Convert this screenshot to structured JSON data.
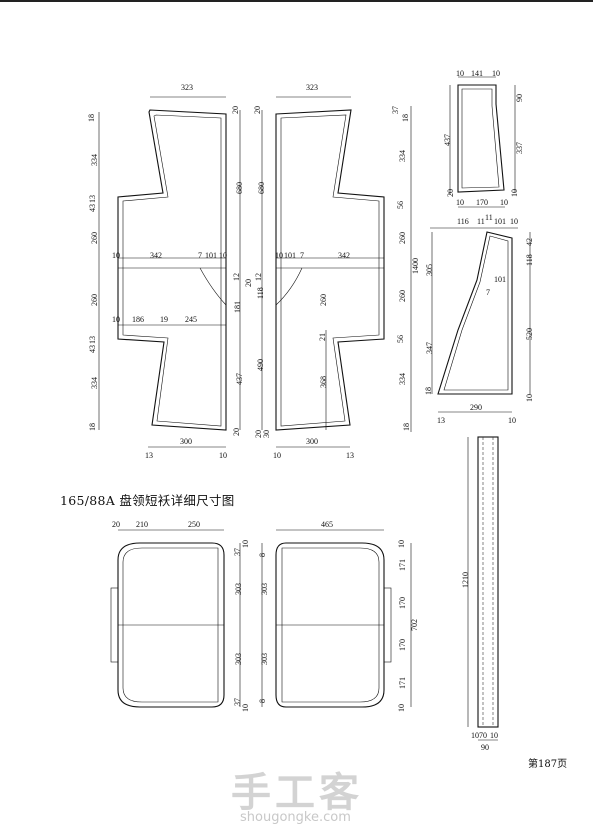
{
  "caption": "165/88A 盘领短袄详细尺寸图",
  "page_number": "第187页",
  "watermark": {
    "logo_text": "手工客",
    "url": "shougongke.com"
  },
  "dims": {
    "lb_top": "323",
    "lb_l1": "18",
    "lb_l2": "334",
    "lb_l3": "13",
    "lb_l4": "43",
    "lb_l5": "260",
    "lb_l6": "260",
    "lb_l7": "13",
    "lb_l8": "43",
    "lb_l9": "334",
    "lb_l10": "18",
    "lb_h1": "342",
    "lb_h2": "7",
    "lb_h3": "101",
    "lb_h4": "10",
    "lb_h5": "10",
    "lb_h6": "186",
    "lb_h7": "19",
    "lb_h8": "245",
    "lb_h9": "10",
    "lb_r1": "20",
    "lb_r2": "680",
    "lb_r3": "12",
    "lb_r4": "20",
    "lb_r5": "181",
    "lb_r6": "437",
    "lb_r7": "20",
    "lb_b1": "300",
    "lb_b2": "13",
    "lb_b3": "10",
    "rb_top": "323",
    "rb_l1": "20",
    "rb_l2": "680",
    "rb_l3": "12",
    "rb_l4": "118",
    "rb_l5": "490",
    "rb_l6": "20",
    "rb_l7": "30",
    "rb_h1": "10",
    "rb_h2": "101",
    "rb_h3": "7",
    "rb_h4": "342",
    "rb_h5": "260",
    "rb_h6": "21",
    "rb_h7": "368",
    "rb_r1": "37",
    "rb_r2": "18",
    "rb_r3": "334",
    "rb_r4": "56",
    "rb_r5": "260",
    "rb_r6": "1400",
    "rb_r7": "260",
    "rb_r8": "56",
    "rb_r9": "334",
    "rb_r10": "18",
    "rb_b1": "300",
    "rb_b2": "10",
    "rb_b3": "13",
    "tr_t1": "10",
    "tr_t2": "141",
    "tr_t3": "10",
    "tr_r1": "90",
    "tr_r2": "337",
    "tr_l1": "437",
    "tr_l2": "20",
    "tr_r3": "10",
    "tr_b1": "10",
    "tr_b2": "170",
    "tr_b3": "10",
    "mr_t1": "116",
    "mr_t2": "11",
    "mr_t3": "11",
    "mr_t4": "101",
    "mr_t5": "10",
    "mr_r1": "42",
    "mr_r2": "118",
    "mr_r3": "520",
    "mr_r4": "10",
    "mr_l1": "305",
    "mr_l2": "347",
    "mr_l3": "18",
    "mr_i1": "101",
    "mr_i2": "7",
    "mr_b1": "290",
    "mr_b2": "13",
    "mr_b3": "10",
    "bl_t1": "20",
    "bl_t2": "210",
    "bl_t3": "250",
    "bl_r1": "10",
    "bl_r2": "37",
    "bl_r3": "303",
    "bl_r4": "303",
    "bl_r5": "37",
    "bl_r6": "10",
    "bm_t1": "465",
    "bm_l1": "8",
    "bm_l2": "303",
    "bm_l3": "303",
    "bm_l4": "8",
    "bm_r1": "10",
    "bm_r2": "171",
    "bm_r3": "170",
    "bm_r4": "702",
    "bm_r5": "170",
    "bm_r6": "171",
    "bm_r7": "10",
    "st_l": "1210",
    "st_b1": "10",
    "st_b2": "70",
    "st_b3": "10",
    "st_b4": "90"
  }
}
